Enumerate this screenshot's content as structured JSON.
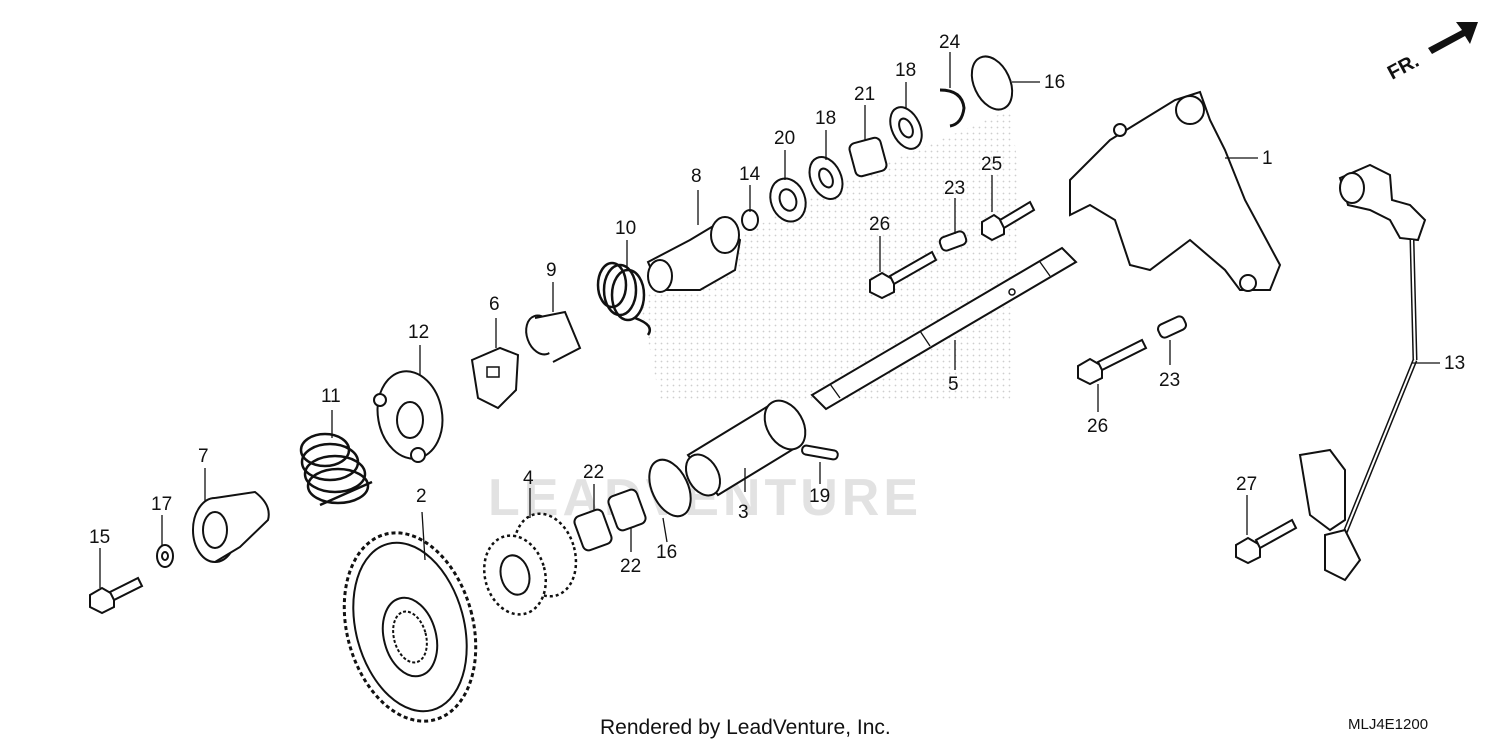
{
  "diagram": {
    "code": "MLJ4E1200",
    "credit": "Rendered by LeadVenture, Inc.",
    "watermark": "LEADVENTURE",
    "direction_label": "FR.",
    "callouts": [
      {
        "id": "c1",
        "text": "1"
      },
      {
        "id": "c2",
        "text": "2"
      },
      {
        "id": "c3",
        "text": "3"
      },
      {
        "id": "c4",
        "text": "4"
      },
      {
        "id": "c5",
        "text": "5"
      },
      {
        "id": "c6",
        "text": "6"
      },
      {
        "id": "c7",
        "text": "7"
      },
      {
        "id": "c8",
        "text": "8"
      },
      {
        "id": "c9",
        "text": "9"
      },
      {
        "id": "c10",
        "text": "10"
      },
      {
        "id": "c11",
        "text": "11"
      },
      {
        "id": "c12",
        "text": "12"
      },
      {
        "id": "c13",
        "text": "13"
      },
      {
        "id": "c14",
        "text": "14"
      },
      {
        "id": "c15",
        "text": "15"
      },
      {
        "id": "c16a",
        "text": "16"
      },
      {
        "id": "c16b",
        "text": "16"
      },
      {
        "id": "c17",
        "text": "17"
      },
      {
        "id": "c18a",
        "text": "18"
      },
      {
        "id": "c18b",
        "text": "18"
      },
      {
        "id": "c19",
        "text": "19"
      },
      {
        "id": "c20",
        "text": "20"
      },
      {
        "id": "c21",
        "text": "21"
      },
      {
        "id": "c22a",
        "text": "22"
      },
      {
        "id": "c22b",
        "text": "22"
      },
      {
        "id": "c23a",
        "text": "23"
      },
      {
        "id": "c23b",
        "text": "23"
      },
      {
        "id": "c24",
        "text": "24"
      },
      {
        "id": "c25",
        "text": "25"
      },
      {
        "id": "c26a",
        "text": "26"
      },
      {
        "id": "c26b",
        "text": "26"
      },
      {
        "id": "c27",
        "text": "27"
      }
    ]
  }
}
